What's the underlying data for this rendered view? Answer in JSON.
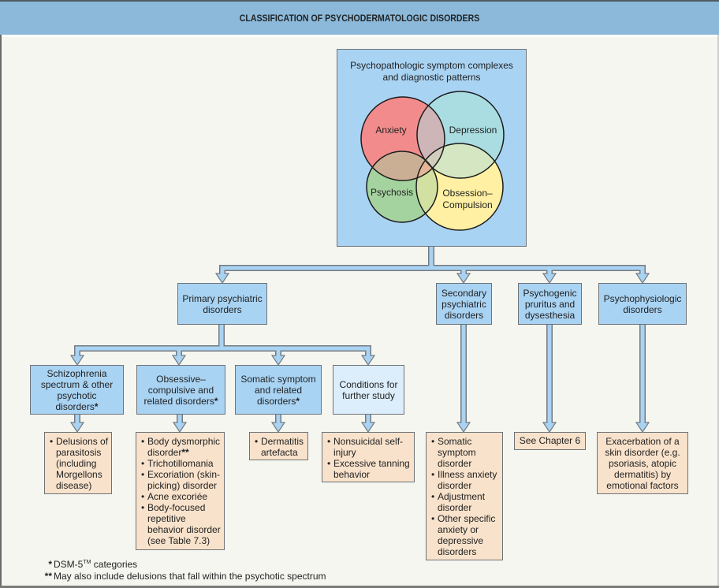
{
  "header": {
    "title": "CLASSIFICATION OF PSYCHODERMATOLOGIC DISORDERS"
  },
  "colors": {
    "header_band": "#8cb9d9",
    "category_box": "#a9d3f3",
    "further_study_box": "#dcedfb",
    "detail_box": "#f8e2cb"
  },
  "overview": {
    "title": "Psychopathologic symptom complexes and diagnostic patterns",
    "venn": [
      {
        "label": "Anxiety",
        "color": "#f28c8c"
      },
      {
        "label": "Depression",
        "color": "#a9dde2"
      },
      {
        "label": "Psychosis",
        "color": "#a5d39f"
      },
      {
        "label": "Obsession–Compulsion",
        "lines": [
          "Obsession–",
          "Compulsion"
        ],
        "color": "#fff0a3"
      }
    ]
  },
  "primary": {
    "label": "Primary psychiatric disorders",
    "subcategories": [
      {
        "label": "Schizophrenia spectrum & other psychotic disorders",
        "marker": "*",
        "items": [
          {
            "text": "Delusions of parasitosis (including Morgellons disease)",
            "marker": ""
          }
        ]
      },
      {
        "label": "Obsessive–compulsive and related disorders",
        "marker": "*",
        "items": [
          {
            "text": "Body dysmorphic disorder",
            "marker": "**"
          },
          {
            "text": "Trichotillomania",
            "marker": ""
          },
          {
            "text": "Excoriation (skin-picking) disorder",
            "marker": ""
          },
          {
            "text": "Acne excoriée",
            "marker": ""
          },
          {
            "text": "Body-focused repetitive behavior disorder (see Table 7.3)",
            "marker": ""
          }
        ]
      },
      {
        "label": "Somatic symptom and related disorders",
        "marker": "*",
        "items": [
          {
            "text": "Dermatitis artefacta",
            "marker": ""
          }
        ]
      },
      {
        "label": "Conditions for further study",
        "marker": "",
        "items": [
          {
            "text": "Nonsuicidal self-injury",
            "marker": ""
          },
          {
            "text": "Excessive tanning behavior",
            "marker": ""
          }
        ]
      }
    ]
  },
  "secondary": {
    "label": "Secondary psychiatric disorders",
    "items": [
      {
        "text": "Somatic symptom disorder",
        "marker": ""
      },
      {
        "text": "Illness anxiety disorder",
        "marker": ""
      },
      {
        "text": "Adjustment disorder",
        "marker": ""
      },
      {
        "text": "Other specific anxiety or depressive disorders",
        "marker": ""
      }
    ]
  },
  "pruritus": {
    "label": "Psychogenic pruritus and dysesthesia",
    "note": "See Chapter 6"
  },
  "psychophysiologic": {
    "label": "Psychophysiologic disorders",
    "note": "Exacerbation of a skin disorder (e.g. psoriasis, atopic dermatitis) by emotional factors"
  },
  "footnotes": [
    {
      "marker": "*",
      "text": "DSM-5",
      "sup": "TM",
      "text_after": " categories"
    },
    {
      "marker": "**",
      "text": "May also include delusions that fall within the psychotic spectrum",
      "sup": "",
      "text_after": ""
    }
  ]
}
